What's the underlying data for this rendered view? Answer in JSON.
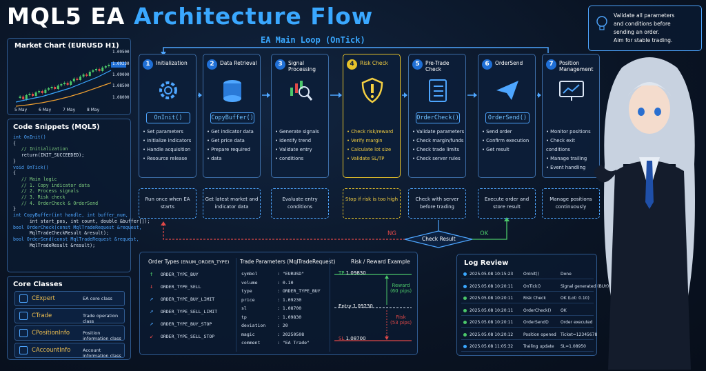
{
  "title": {
    "part1": "MQL5 EA",
    "part2": "Architecture Flow"
  },
  "market_chart": {
    "title": "Market Chart (EURUSD H1)",
    "price_ticks": [
      "1.09500",
      "1.09230",
      "1.09000",
      "1.08500",
      "1.08000"
    ],
    "date_ticks": [
      "5 May",
      "6 May",
      "7 May",
      "8 May"
    ]
  },
  "code": {
    "title": "Code Snippets (MQL5)",
    "lines": [
      "int OnInit()",
      "{",
      "   // Initialization",
      "   return(INIT_SUCCEEDED);",
      "}",
      "void OnTick()",
      "{",
      "   // Main logic",
      "   // 1. Copy indicator data",
      "   // 2. Process signals",
      "   // 3. Risk check",
      "   // 4. OrderCheck & OrderSend",
      "}",
      "int CopyBuffer(int handle, int buffer_num,",
      "      int start_pos, int count, double &buffer[]);",
      "bool OrderCheck(const MqlTradeRequest &request,",
      "      MqlTradeCheckResult &result);",
      "bool OrderSend(const MqlTradeRequest &request,",
      "      MqlTradeResult &result);"
    ]
  },
  "core_classes": {
    "title": "Core Classes",
    "items": [
      {
        "name": "CExpert",
        "desc": "EA core class"
      },
      {
        "name": "CTrade",
        "desc": "Trade operation class"
      },
      {
        "name": "CPositionInfo",
        "desc": "Position information class"
      },
      {
        "name": "CAccountInfo",
        "desc": "Account information class"
      }
    ]
  },
  "loop": {
    "title": "EA Main Loop (OnTick)",
    "steps": [
      {
        "num": "1",
        "title": "Initialization",
        "fn": "OnInit()",
        "items": [
          "Set parameters",
          "Initialize indicators",
          "Handle acquisition",
          "Resource release"
        ],
        "note": "Run once when EA starts"
      },
      {
        "num": "2",
        "title": "Data Retrieval",
        "fn": "CopyBuffer()",
        "items": [
          "Get indicator data",
          "Get price data",
          "Prepare required",
          "data"
        ],
        "note": "Get latest market and indicator data"
      },
      {
        "num": "3",
        "title": "Signal Processing",
        "fn": "",
        "items": [
          "Generate signals",
          "Identify trend",
          "Validate entry",
          "conditions"
        ],
        "note": "Evaluate entry conditions"
      },
      {
        "num": "4",
        "title": "Risk Check",
        "fn": "",
        "items": [
          "Check risk/reward",
          "Verify margin",
          "Calculate lot size",
          "Validate SL/TP"
        ],
        "note": "Stop if risk is too high"
      },
      {
        "num": "5",
        "title": "Pre-Trade Check",
        "fn": "OrderCheck()",
        "items": [
          "Validate parameters",
          "Check margin/funds",
          "Check trade limits",
          "Check server rules"
        ],
        "note": "Check with server before trading"
      },
      {
        "num": "6",
        "title": "OrderSend",
        "fn": "OrderSend()",
        "items": [
          "Send order",
          "Confirm execution",
          "Get result"
        ],
        "note": "Execute order and store result"
      },
      {
        "num": "7",
        "title": "Position Management",
        "fn": "",
        "items": [
          "Monitor positions",
          "Check exit conditions",
          "Manage trailing",
          "Event handling"
        ],
        "note": "Manage positions continuously"
      }
    ],
    "check_result": "Check Result",
    "ng": "NG",
    "ok": "OK"
  },
  "orders": {
    "types_title": "Order Types",
    "types_enum": "(ENUM_ORDER_TYPE)",
    "types": [
      "ORDER_TYPE_BUY",
      "ORDER_TYPE_SELL",
      "ORDER_TYPE_BUY_LIMIT",
      "ORDER_TYPE_SELL_LIMIT",
      "ORDER_TYPE_BUY_STOP",
      "ORDER_TYPE_SELL_STOP"
    ],
    "params_title": "Trade Parameters (MqlTradeRequest)",
    "params": [
      [
        "symbol",
        ": \"EURUSD\""
      ],
      [
        "volume",
        ": 0.10"
      ],
      [
        "type",
        ": ORDER_TYPE_BUY"
      ],
      [
        "price",
        ": 1.09230"
      ],
      [
        "sl",
        ": 1.08700"
      ],
      [
        "tp",
        ": 1.09830"
      ],
      [
        "deviation",
        ": 20"
      ],
      [
        "magic",
        ": 20250508"
      ],
      [
        "comment",
        ": \"EA Trade\""
      ]
    ],
    "rr_title": "Risk / Reward Example",
    "tp_label": "TP",
    "tp_value": "1.09830",
    "entry_label": "Entry",
    "entry_value": "1.09230",
    "sl_label": "SL",
    "sl_value": "1.08700",
    "reward_label": "Reward",
    "reward_pips": "(60 pips)",
    "risk_label": "Risk",
    "risk_pips": "(53 pips)"
  },
  "log": {
    "title": "Log Review",
    "rows": [
      {
        "time": "2025.05.08 10:15:23",
        "event": "OnInit()",
        "msg": "Done",
        "color": "#3aa8ff"
      },
      {
        "time": "2025.05.08 10:20:11",
        "event": "OnTick()",
        "msg": "Signal generated (BUY)",
        "color": "#3aa8ff"
      },
      {
        "time": "2025.05.08 10:20:11",
        "event": "Risk Check",
        "msg": "OK (Lot: 0.10)",
        "color": "#4cc86a"
      },
      {
        "time": "2025.05.08 10:20:11",
        "event": "OrderCheck()",
        "msg": "OK",
        "color": "#4cc86a"
      },
      {
        "time": "2025.05.08 10:20:11",
        "event": "OrderSend()",
        "msg": "Order executed",
        "color": "#4cc86a"
      },
      {
        "time": "2025.05.08 10:20:12",
        "event": "Position opened",
        "msg": "Ticket=12345678",
        "color": "#4cc86a"
      },
      {
        "time": "2025.05.08 11:05:32",
        "event": "Trailing update",
        "msg": "SL=1.08950",
        "color": "#3aa8ff"
      }
    ]
  },
  "bubble": {
    "text_lines": [
      "Validate all parameters",
      "and conditions before",
      "sending an order.",
      "Aim for stable trading."
    ]
  }
}
